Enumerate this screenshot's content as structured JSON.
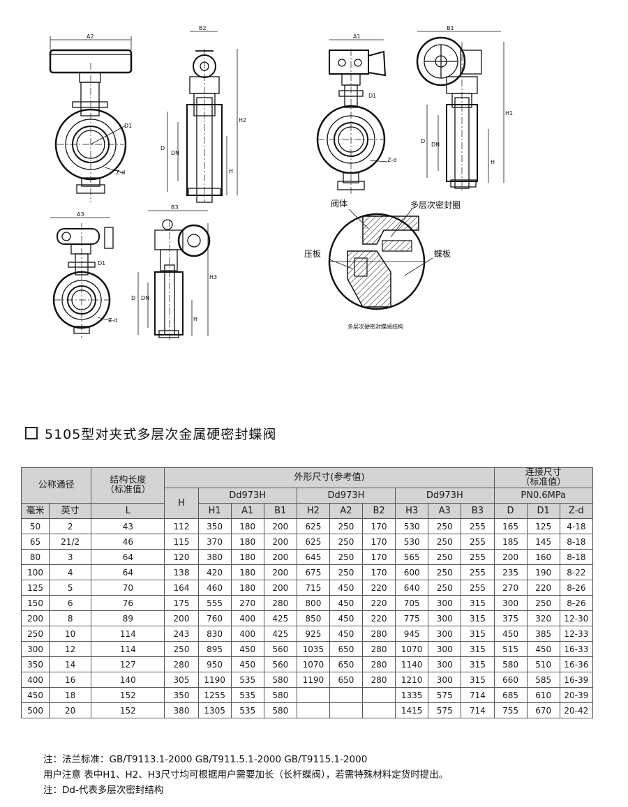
{
  "drawings": {
    "labels": {
      "a2": "A2",
      "b2": "B2",
      "a1": "A1",
      "b1": "B1",
      "a3": "A3",
      "b3": "B3",
      "d1": "D1",
      "zd": "Z-d",
      "d": "D",
      "dn": "DN",
      "h": "H",
      "h1": "H1",
      "h2": "H2",
      "h3": "H3"
    },
    "detail": {
      "valve_body": "阀体",
      "seal_ring": "多层次密封圈",
      "press_plate": "压板",
      "disc": "蝶板",
      "caption": "多层次硬密封蝶阀结构"
    }
  },
  "section_title": "5105型对夹式多层次金属硬密封蝶阀",
  "table": {
    "nominal_diameter": "公称通径",
    "struct_length": "结构长度\n（标准值）",
    "outline_dims": "外形尺寸(参考值)",
    "connection_dims": "连接尺寸\n（标准值）",
    "mm": "毫米",
    "inch": "英寸",
    "l": "L",
    "h": "H",
    "model1": "Dd973H",
    "model2": "Dd973H",
    "model3": "Dd973H",
    "pressure": "PN0.6MPa",
    "sub_cols": [
      "H1",
      "A1",
      "B1",
      "H2",
      "A2",
      "B2",
      "H3",
      "A3",
      "B3",
      "D",
      "D1",
      "Z-d"
    ],
    "rows": [
      [
        "50",
        "2",
        "43",
        "112",
        "350",
        "180",
        "200",
        "625",
        "250",
        "170",
        "530",
        "250",
        "255",
        "165",
        "125",
        "4-18"
      ],
      [
        "65",
        "21/2",
        "46",
        "115",
        "370",
        "180",
        "200",
        "625",
        "250",
        "170",
        "530",
        "250",
        "255",
        "185",
        "145",
        "8-18"
      ],
      [
        "80",
        "3",
        "64",
        "120",
        "380",
        "180",
        "200",
        "645",
        "250",
        "170",
        "565",
        "250",
        "255",
        "200",
        "160",
        "8-18"
      ],
      [
        "100",
        "4",
        "64",
        "138",
        "420",
        "180",
        "200",
        "675",
        "250",
        "170",
        "600",
        "250",
        "255",
        "235",
        "190",
        "8-22"
      ],
      [
        "125",
        "5",
        "70",
        "164",
        "460",
        "180",
        "200",
        "715",
        "450",
        "220",
        "640",
        "250",
        "255",
        "270",
        "220",
        "8-26"
      ],
      [
        "150",
        "6",
        "76",
        "175",
        "555",
        "270",
        "280",
        "800",
        "450",
        "220",
        "705",
        "300",
        "315",
        "300",
        "250",
        "8-26"
      ],
      [
        "200",
        "8",
        "89",
        "200",
        "760",
        "400",
        "425",
        "850",
        "450",
        "220",
        "775",
        "300",
        "315",
        "375",
        "320",
        "12-30"
      ],
      [
        "250",
        "10",
        "114",
        "243",
        "830",
        "400",
        "425",
        "925",
        "450",
        "280",
        "945",
        "300",
        "315",
        "450",
        "385",
        "12-33"
      ],
      [
        "300",
        "12",
        "114",
        "250",
        "895",
        "450",
        "560",
        "1035",
        "650",
        "280",
        "1070",
        "300",
        "315",
        "515",
        "450",
        "16-33"
      ],
      [
        "350",
        "14",
        "127",
        "280",
        "950",
        "450",
        "560",
        "1070",
        "650",
        "280",
        "1140",
        "300",
        "315",
        "580",
        "510",
        "16-36"
      ],
      [
        "400",
        "16",
        "140",
        "305",
        "1190",
        "535",
        "580",
        "1190",
        "650",
        "280",
        "1210",
        "300",
        "315",
        "660",
        "585",
        "16-39"
      ],
      [
        "450",
        "18",
        "152",
        "350",
        "1255",
        "535",
        "580",
        "",
        "",
        "",
        "1335",
        "575",
        "714",
        "685",
        "610",
        "20-39"
      ],
      [
        "500",
        "20",
        "152",
        "380",
        "1305",
        "535",
        "580",
        "",
        "",
        "",
        "1415",
        "575",
        "714",
        "755",
        "670",
        "20-42"
      ]
    ]
  },
  "notes": [
    "注：法兰标准：GB/T9113.1-2000 GB/T911.5.1-2000  GB/T9115.1-2000",
    "用户注意 表中H1、H2、H3尺寸均可根据用户需要加长（长杆蝶阀），若需特殊材料定货时提出。",
    "注：Dd-代表多层次密封结构"
  ]
}
